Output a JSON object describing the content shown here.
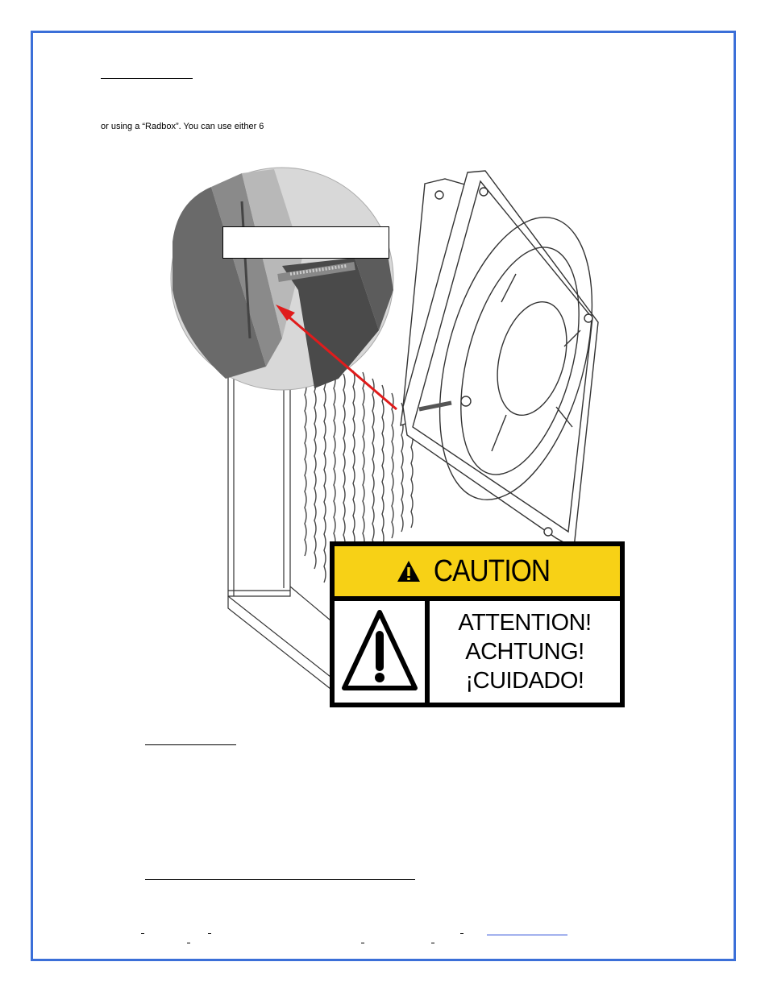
{
  "intro": {
    "text": "or using a “Radbox”.  You can use either 6"
  },
  "caution_sign": {
    "heading": "CAUTION",
    "lines": [
      "ATTENTION!",
      "ACHTUNG!",
      "¡CUIDADO!"
    ],
    "colors": {
      "header": "#f7d116",
      "border": "#000000",
      "arrow": "#e01c1c",
      "page_border": "#3b6fd8"
    }
  },
  "icons": {
    "warning": "warning-triangle-icon",
    "callout_arrow": "red-arrow"
  }
}
